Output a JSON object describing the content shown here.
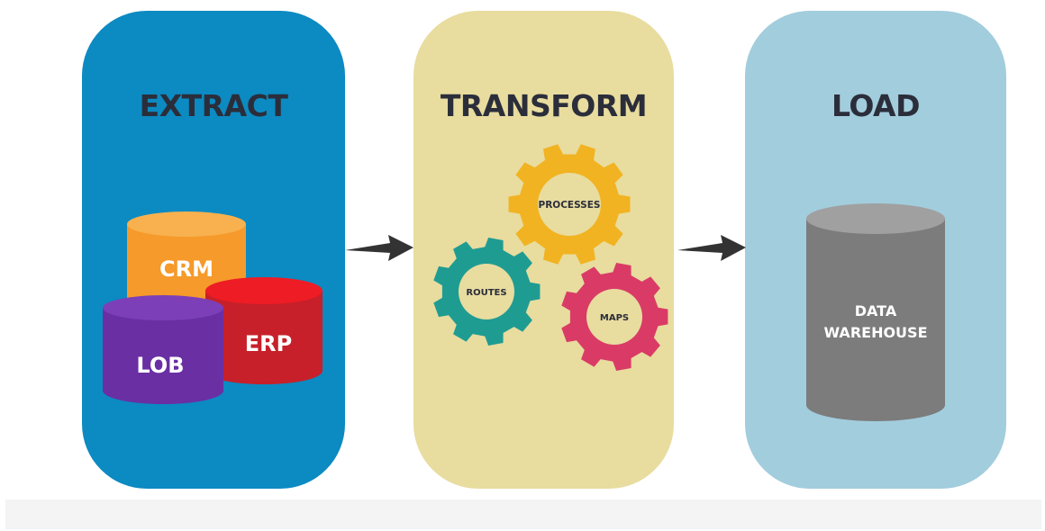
{
  "colors": {
    "extract_panel": "#0c8ac2",
    "transform_panel": "#e8dc9f",
    "load_panel": "#a2cddd",
    "arrow": "#333333",
    "crm": "#f59a2b",
    "erp": "#d61f2c",
    "lob": "#6a2fa3",
    "data_warehouse": "#7c7c7c",
    "gear_processes": "#f1b321",
    "gear_routes": "#1f9c92",
    "gear_maps": "#d93b66",
    "title_text": "#2b2e3a"
  },
  "stages": {
    "extract": {
      "title": "EXTRACT",
      "sources": {
        "crm": "CRM",
        "erp": "ERP",
        "lob": "LOB"
      }
    },
    "transform": {
      "title": "TRANSFORM",
      "gears": {
        "processes": "PROCESSES",
        "routes": "ROUTES",
        "maps": "MAPS"
      }
    },
    "load": {
      "title": "LOAD",
      "target": {
        "line1": "DATA",
        "line2": "WAREHOUSE"
      }
    }
  },
  "icons": {
    "arrows": [
      "arrow-right-icon",
      "arrow-right-icon"
    ],
    "gears": [
      "gear-icon",
      "gear-icon",
      "gear-icon"
    ],
    "databases": [
      "database-icon",
      "database-icon",
      "database-icon",
      "database-icon"
    ]
  }
}
